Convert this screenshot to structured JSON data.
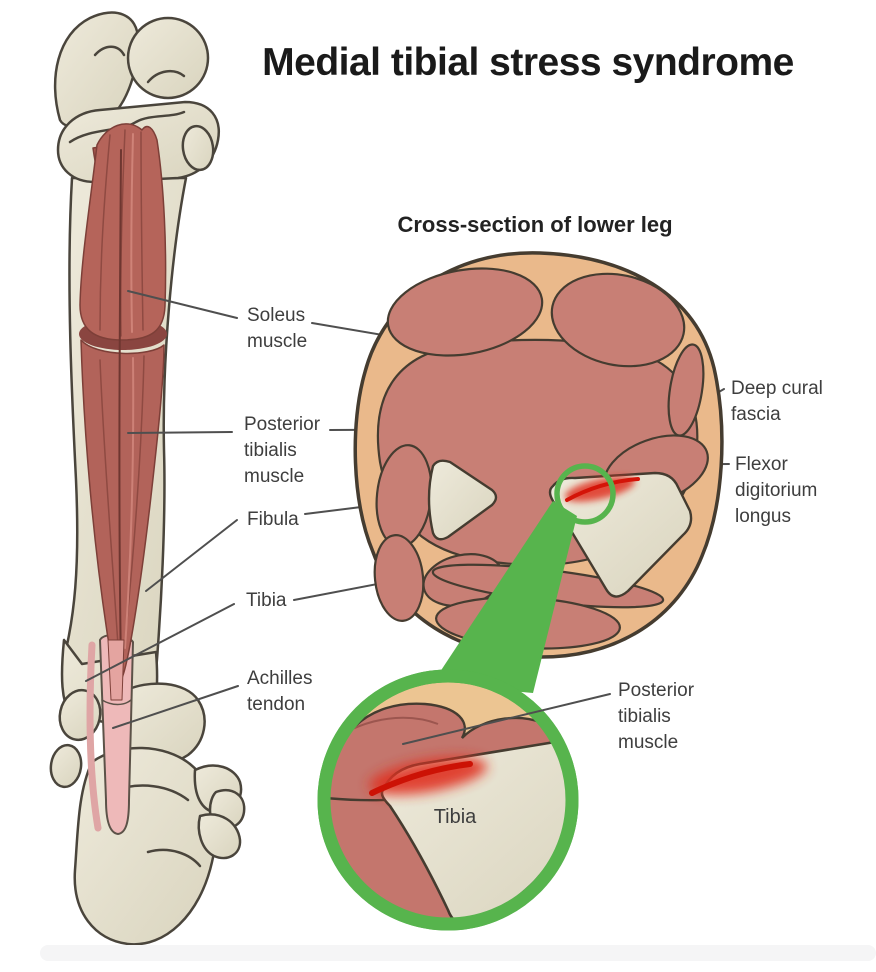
{
  "title": "Medial tibial stress syndrome",
  "subtitle": "Cross-section of lower leg",
  "labels": {
    "soleus_muscle": "Soleus\nmuscle",
    "posterior_tibialis_muscle": "Posterior\ntibialis\nmuscle",
    "fibula": "Fibula",
    "tibia": "Tibia",
    "achilles_tendon": "Achilles\ntendon",
    "deep_cural_fascia": "Deep cural\nfascia",
    "flexor_digitorium_longus": "Flexor\ndigitorium\nlongus",
    "posterior_tibialis_muscle_inset": "Posterior\ntibialis\nmuscle",
    "tibia_inset": "Tibia"
  },
  "colors": {
    "skin_tan": "#eab98b",
    "inset_tan": "#ecc592",
    "muscle_rose": "#c87f75",
    "leg_muscle_red": "#b2635a",
    "bone_cream": "#e9e4d3",
    "outline_brown": "#453c30",
    "highlight_green": "#57b44d",
    "inflammation_red": "#e03020",
    "tendon_pink": "#eeb9b9",
    "label_text": "#3e3e3e",
    "leader_line": "#4f4f4f"
  }
}
